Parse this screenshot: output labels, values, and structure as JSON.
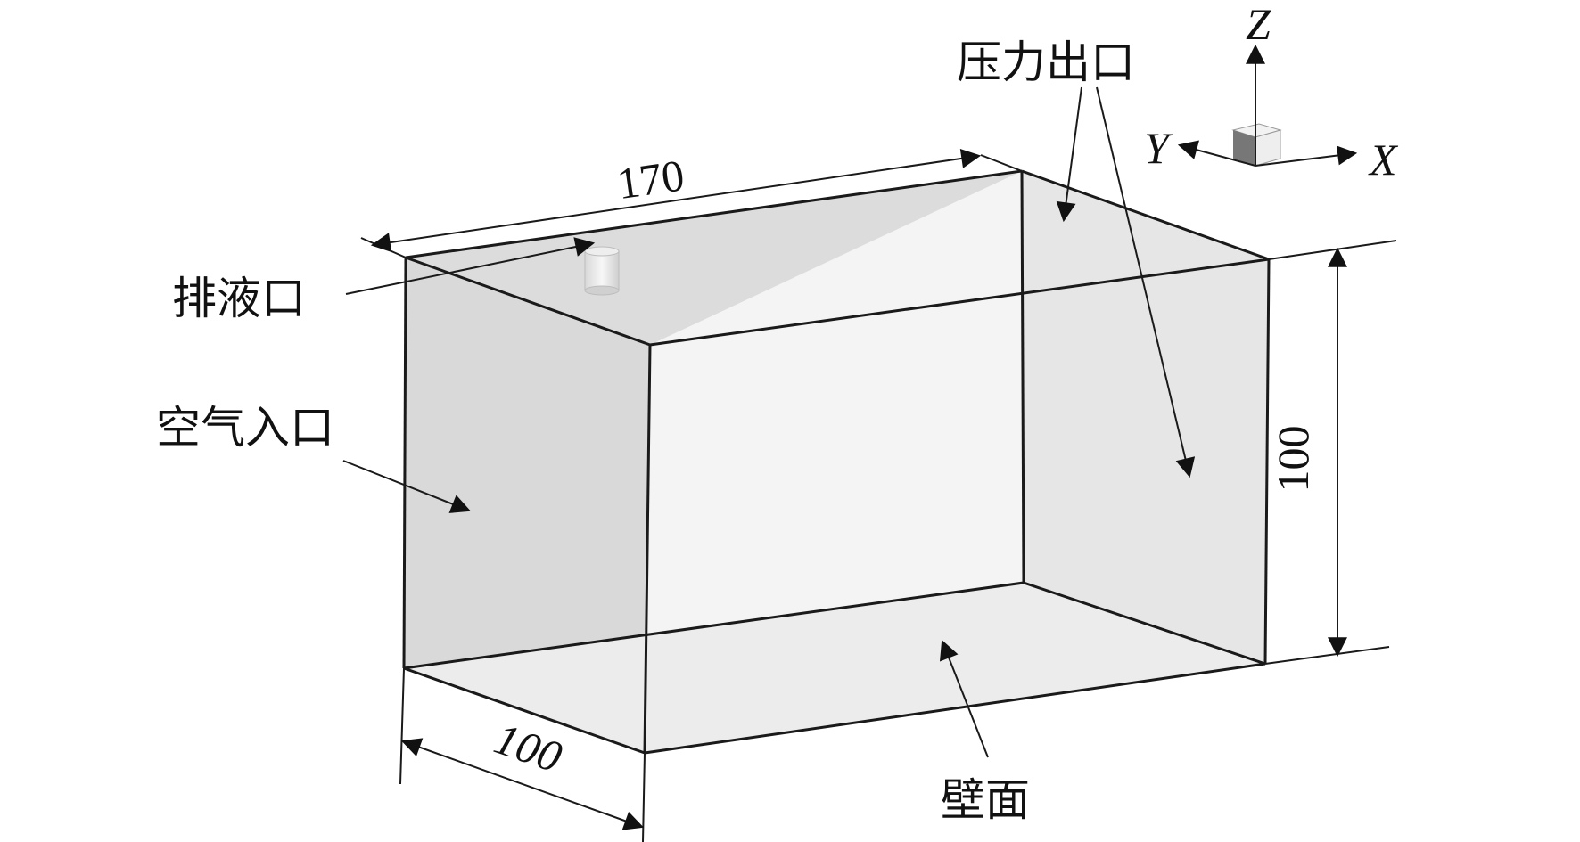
{
  "labels": {
    "drain_outlet": "排液口",
    "air_inlet": "空气入口",
    "pressure_outlet": "压力出口",
    "wall": "壁面"
  },
  "dimensions": {
    "length": "170",
    "height": "100",
    "depth": "100"
  },
  "axes": {
    "x": "X",
    "y": "Y",
    "z": "Z"
  },
  "colors": {
    "face_top": "#dcdcdc",
    "face_left": "#d9d9d9",
    "face_right": "#e6e6e6",
    "face_back": "#f4f4f4",
    "face_bottom": "#ececec",
    "edge": "#1a1a1a"
  }
}
